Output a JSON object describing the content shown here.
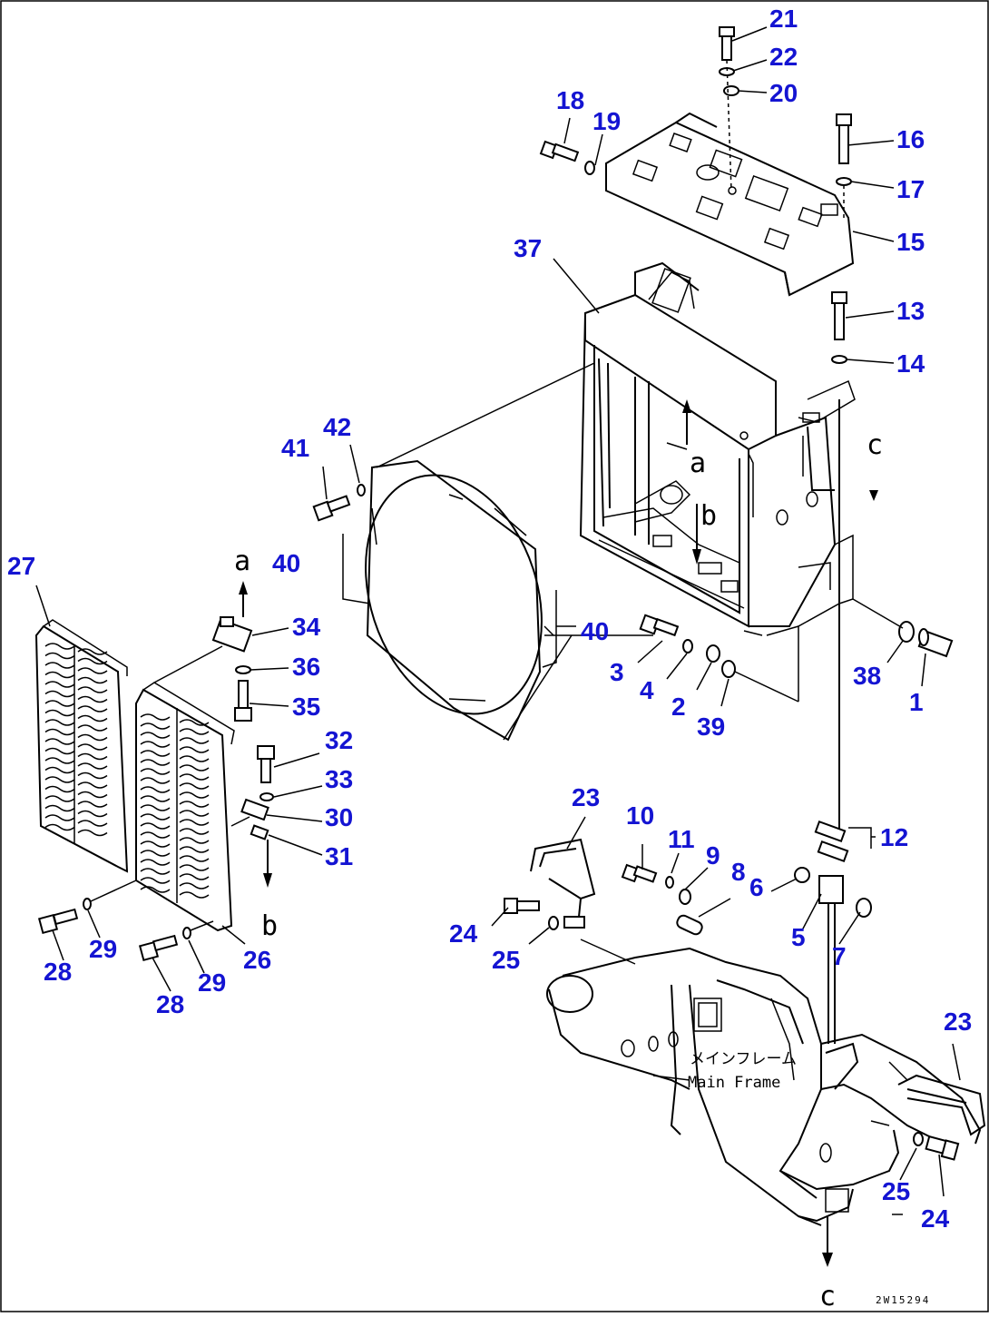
{
  "diagram": {
    "callouts": [
      {
        "id": "c21",
        "text": "21"
      },
      {
        "id": "c22",
        "text": "22"
      },
      {
        "id": "c20",
        "text": "20"
      },
      {
        "id": "c18",
        "text": "18"
      },
      {
        "id": "c19",
        "text": "19"
      },
      {
        "id": "c16",
        "text": "16"
      },
      {
        "id": "c17",
        "text": "17"
      },
      {
        "id": "c15",
        "text": "15"
      },
      {
        "id": "c37",
        "text": "37"
      },
      {
        "id": "c13",
        "text": "13"
      },
      {
        "id": "c14",
        "text": "14"
      },
      {
        "id": "c41",
        "text": "41"
      },
      {
        "id": "c42",
        "text": "42"
      },
      {
        "id": "c27",
        "text": "27"
      },
      {
        "id": "c40a",
        "text": "40"
      },
      {
        "id": "c34",
        "text": "34"
      },
      {
        "id": "c36",
        "text": "36"
      },
      {
        "id": "c35",
        "text": "35"
      },
      {
        "id": "c40b",
        "text": "40"
      },
      {
        "id": "c3",
        "text": "3"
      },
      {
        "id": "c4",
        "text": "4"
      },
      {
        "id": "c2",
        "text": "2"
      },
      {
        "id": "c39",
        "text": "39"
      },
      {
        "id": "c38",
        "text": "38"
      },
      {
        "id": "c1",
        "text": "1"
      },
      {
        "id": "c32",
        "text": "32"
      },
      {
        "id": "c33",
        "text": "33"
      },
      {
        "id": "c30",
        "text": "30"
      },
      {
        "id": "c31",
        "text": "31"
      },
      {
        "id": "c23a",
        "text": "23"
      },
      {
        "id": "c10",
        "text": "10"
      },
      {
        "id": "c11",
        "text": "11"
      },
      {
        "id": "c9",
        "text": "9"
      },
      {
        "id": "c8",
        "text": "8"
      },
      {
        "id": "c12",
        "text": "12"
      },
      {
        "id": "c6",
        "text": "6"
      },
      {
        "id": "c5",
        "text": "5"
      },
      {
        "id": "c7",
        "text": "7"
      },
      {
        "id": "c24a",
        "text": "24"
      },
      {
        "id": "c25a",
        "text": "25"
      },
      {
        "id": "c29a",
        "text": "29"
      },
      {
        "id": "c26",
        "text": "26"
      },
      {
        "id": "c28a",
        "text": "28"
      },
      {
        "id": "c28b",
        "text": "28"
      },
      {
        "id": "c29b",
        "text": "29"
      },
      {
        "id": "c23b",
        "text": "23"
      },
      {
        "id": "c25b",
        "text": "25"
      },
      {
        "id": "c24b",
        "text": "24"
      }
    ],
    "reference_letters": {
      "a_top": "a",
      "b_top": "b",
      "c_top": "c",
      "a_left": "a",
      "b_left": "b",
      "c_bottom": "c"
    },
    "main_frame_label": {
      "jp": "メインフレーム",
      "en": "Main Frame"
    },
    "drawing_code": "2W15294"
  }
}
